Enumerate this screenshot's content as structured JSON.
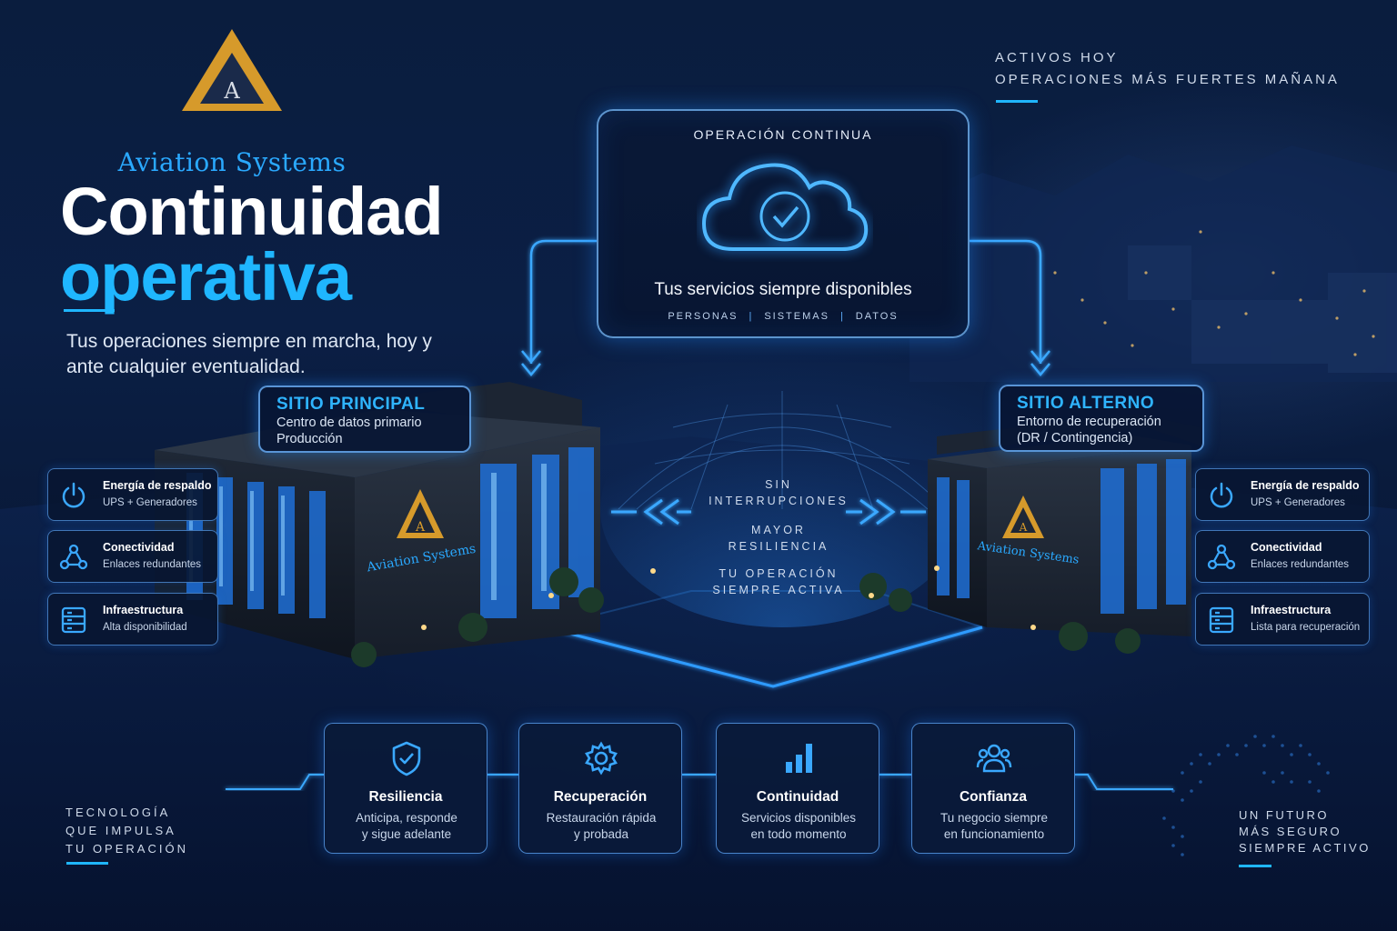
{
  "brand": {
    "logo_letter": "A",
    "name": "Aviation Systems",
    "colors": {
      "gold": "#d69a2b",
      "accent": "#1fb6ff",
      "background": "#0b1f45"
    }
  },
  "hero": {
    "title_line1": "Continuidad",
    "title_line2": "operativa",
    "subtitle": "Tus operaciones siempre en marcha, hoy y ante cualquier eventualidad."
  },
  "taglines": {
    "top_right": [
      "Activos hoy",
      "Operaciones más fuertes mañana"
    ],
    "bottom_left": [
      "Tecnología",
      "que impulsa",
      "tu operación"
    ],
    "bottom_right": [
      "Un futuro",
      "más seguro",
      "siempre activo"
    ]
  },
  "operation_card": {
    "title": "OPERACIÓN CONTINUA",
    "icon": "cloud-check-icon",
    "service": "Tus servicios siempre disponibles",
    "pills": [
      "PERSONAS",
      "SISTEMAS",
      "DATOS"
    ]
  },
  "sites": {
    "main": {
      "title": "SITIO PRINCIPAL",
      "line1": "Centro de datos primario",
      "line2": "Producción",
      "building_brand": "Aviation Systems"
    },
    "alternate": {
      "title": "SITIO ALTERNO",
      "line1": "Entorno de recuperación",
      "line2": "(DR / Contingencia)",
      "building_brand": "Aviation Systems"
    }
  },
  "center_words": [
    [
      "Sin",
      "interrupciones"
    ],
    [
      "Mayor",
      "resiliencia"
    ],
    [
      "Tu operación",
      "siempre activa"
    ]
  ],
  "left_features": [
    {
      "icon": "power-icon",
      "title": "Energía de respaldo",
      "subtitle": "UPS + Generadores"
    },
    {
      "icon": "network-icon",
      "title": "Conectividad",
      "subtitle": "Enlaces redundantes"
    },
    {
      "icon": "server-icon",
      "title": "Infraestructura",
      "subtitle": "Alta disponibilidad"
    }
  ],
  "right_features": [
    {
      "icon": "power-icon",
      "title": "Energía de respaldo",
      "subtitle": "UPS + Generadores"
    },
    {
      "icon": "network-icon",
      "title": "Conectividad",
      "subtitle": "Enlaces redundantes"
    },
    {
      "icon": "server-icon",
      "title": "Infraestructura",
      "subtitle": "Lista para recuperación"
    }
  ],
  "pillars": [
    {
      "icon": "shield-check-icon",
      "title": "Resiliencia",
      "line1": "Anticipa, responde",
      "line2": "y sigue adelante"
    },
    {
      "icon": "gear-icon",
      "title": "Recuperación",
      "line1": "Restauración rápida",
      "line2": "y probada"
    },
    {
      "icon": "bar-chart-icon",
      "title": "Continuidad",
      "line1": "Servicios disponibles",
      "line2": "en todo momento"
    },
    {
      "icon": "users-icon",
      "title": "Confianza",
      "line1": "Tu negocio siempre",
      "line2": "en funcionamiento"
    }
  ]
}
